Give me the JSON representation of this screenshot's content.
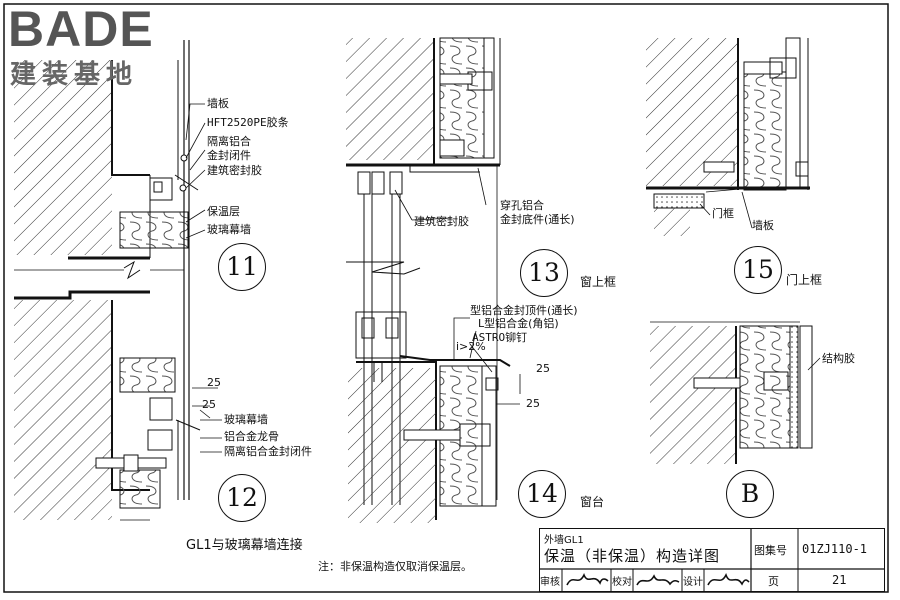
{
  "logo": {
    "brand": "BADE",
    "tagline": "建装基地"
  },
  "detail_11": {
    "number": "11",
    "labels": [
      "墙板",
      "HFT2520PE胶条",
      "隔离铝合",
      "金封闭件",
      "建筑密封胶",
      "保温层",
      "玻璃幕墙"
    ]
  },
  "detail_12": {
    "number": "12",
    "labels": [
      "玻璃幕墙",
      "铝合金龙骨",
      "隔离铝合金封闭件"
    ],
    "dims": [
      "25",
      "25"
    ]
  },
  "detail_13": {
    "number": "13",
    "title": "窗上框",
    "labels": [
      "建筑密封胶",
      "穿孔铝合",
      "金封底件(通长)"
    ]
  },
  "detail_14": {
    "number": "14",
    "title": "窗台",
    "labels": [
      "型铝合金封顶件(通长)",
      "L型铝合金(角铝)",
      "ASTRO铆钉",
      "i>2%"
    ],
    "dims": [
      "25",
      "25"
    ]
  },
  "detail_15": {
    "number": "15",
    "title": "门上框",
    "labels": [
      "门框",
      "墙板"
    ]
  },
  "detail_b": {
    "number": "B",
    "labels": [
      "结构胶"
    ]
  },
  "caption": "GL1与玻璃幕墙连接",
  "note": "注：非保温构造仅取消保温层。",
  "title_block": {
    "wall": "外墙GL1",
    "title": "保温（非保温）构造详图",
    "atlas_label": "图集号",
    "atlas_no": "01ZJ110-1",
    "review_label": "审核",
    "check_label": "校对",
    "design_label": "设计",
    "page_label": "页",
    "page_no": "21"
  },
  "colors": {
    "ink": "#111111",
    "hatch": "#333333",
    "insul": "#555555"
  }
}
